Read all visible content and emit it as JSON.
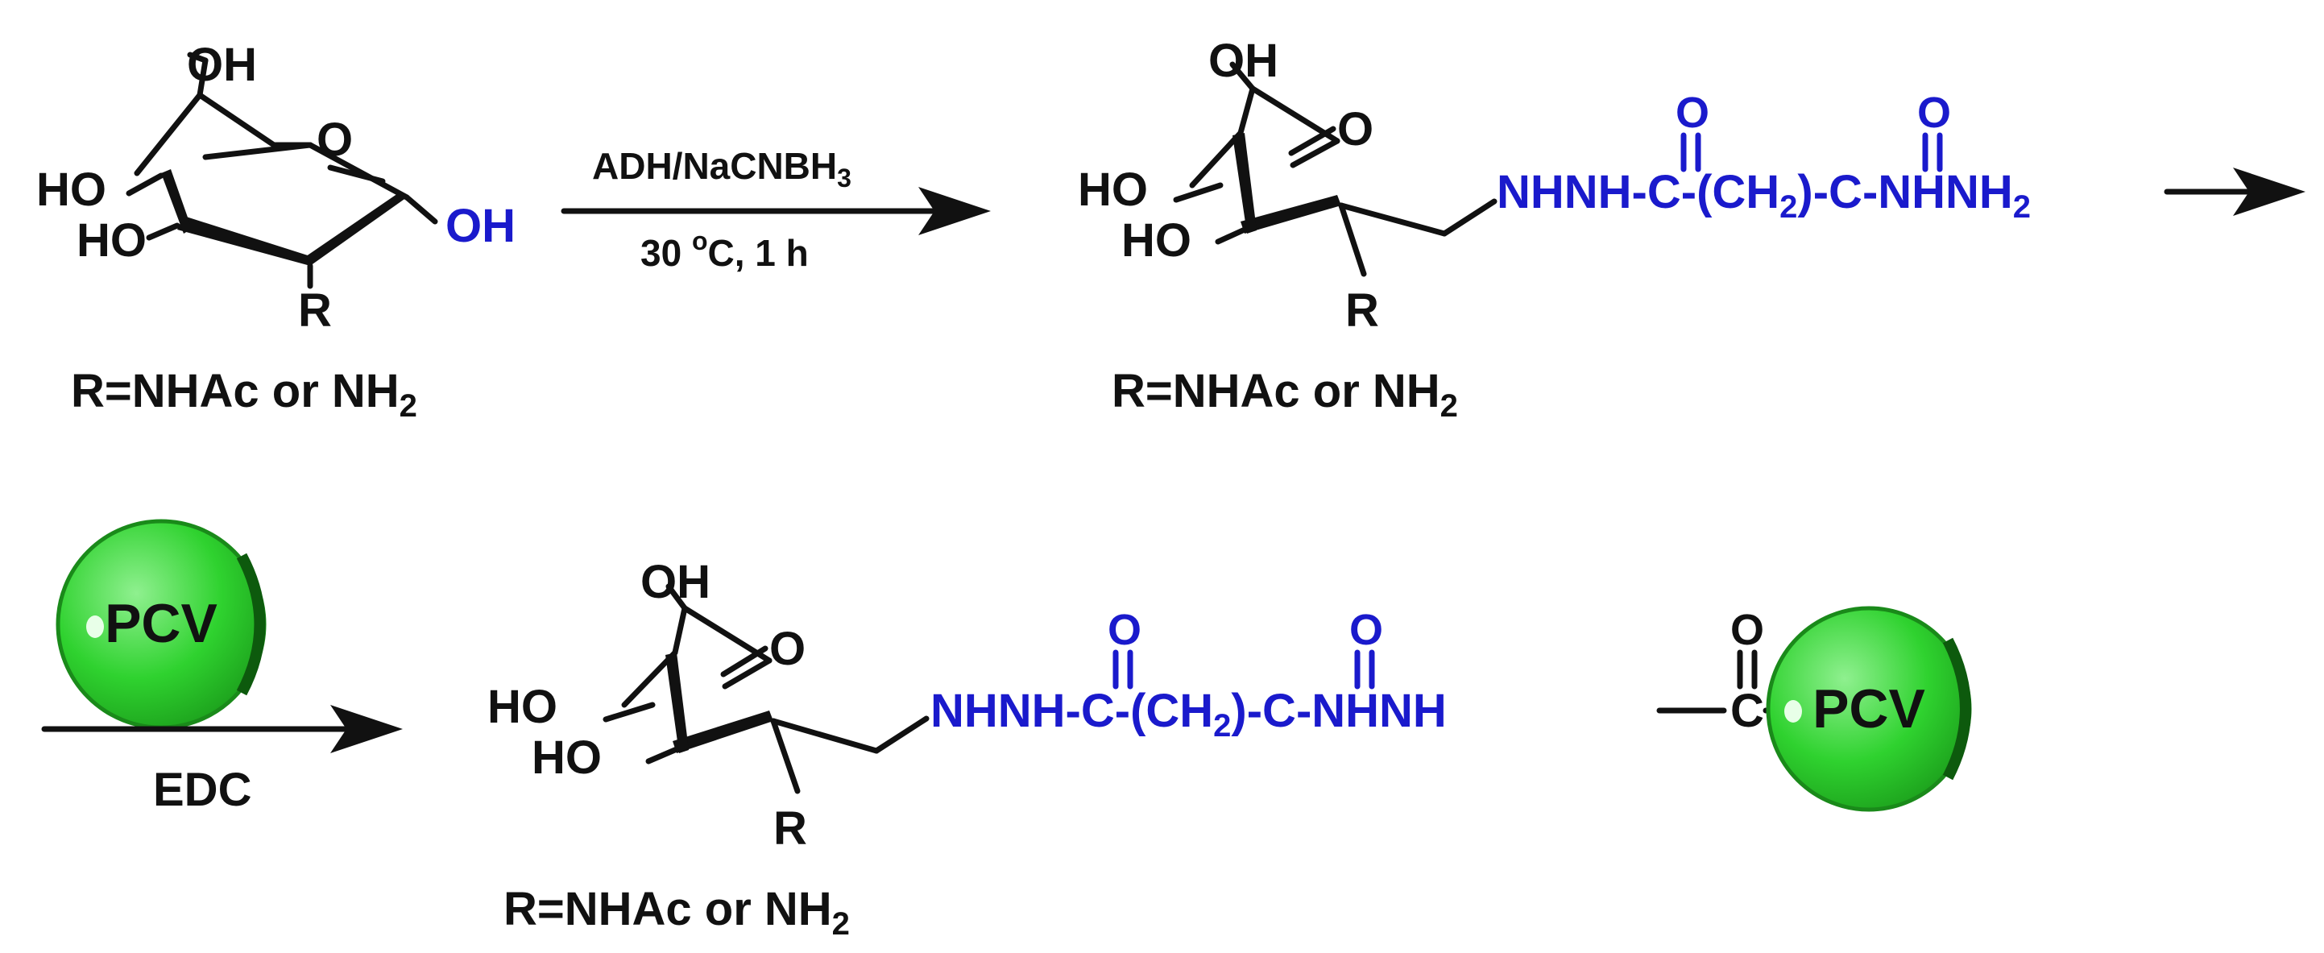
{
  "colors": {
    "ink": "#111111",
    "linker": "#1a1acc",
    "bead": "#2fd22f",
    "bead_edge": "#1a8a1a"
  },
  "common": {
    "oh_top": "OH",
    "ho_upper": "HO",
    "ho_lower": "HO",
    "ring_o": "O",
    "aldehyde_o": "O",
    "r_sub": "R",
    "r_def_prefix": "R=NHAc or NH",
    "r_def_sub": "2"
  },
  "step1": {
    "anomeric_oh": "OH",
    "reagent_main": "ADH/NaCNBH",
    "reagent_sub": "3",
    "condition_num": "30 ",
    "condition_deg": "o",
    "condition_rest": "C, 1 h"
  },
  "linker": {
    "carbonyl_o": "O",
    "nhnh": "NHNH-",
    "c": "C",
    "ch_open": "-(CH",
    "ch_sub": "2",
    "ch_close": ")-",
    "nhnh2_main": "-NHNH",
    "nhnh2_sub": "2",
    "nhnh_end": "-NHNH"
  },
  "step2": {
    "bead_label": "PCV",
    "reagent_below": "EDC",
    "terminal_c": "C",
    "terminal_o": "O"
  }
}
